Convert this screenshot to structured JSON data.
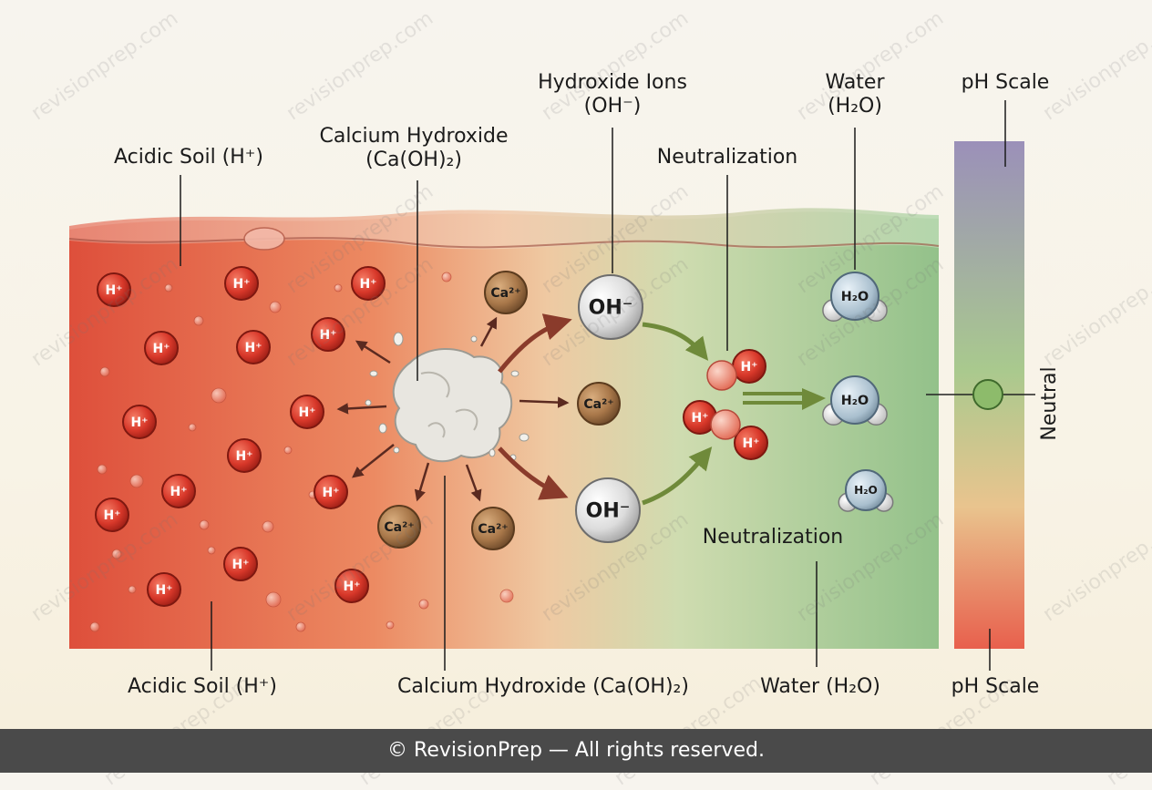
{
  "labels": {
    "acidic_soil_top": "Acidic Soil (H⁺)",
    "calcium_hydroxide_top_line1": "Calcium Hydroxide",
    "calcium_hydroxide_top_line2": "(Ca(OH)₂)",
    "hydroxide_ions_line1": "Hydroxide Ions",
    "hydroxide_ions_line2": "(OH⁻)",
    "neutralization_top": "Neutralization",
    "water_top_line1": "Water",
    "water_top_line2": "(H₂O)",
    "ph_scale_top": "pH Scale",
    "neutral": "Neutral",
    "neutralization_bottom": "Neutralization",
    "acidic_soil_bottom": "Acidic Soil (H⁺)",
    "calcium_hydroxide_bottom": "Calcium Hydroxide (Ca(OH)₂)",
    "water_bottom": "Water (H₂O)",
    "ph_scale_bottom": "pH Scale"
  },
  "particles": {
    "hydrogen": "H⁺",
    "calcium": "Ca²⁺",
    "hydroxide": "OH⁻",
    "water": "H₂O"
  },
  "watermark": "revisionprep.com",
  "footer": "© RevisionPrep — All rights reserved.",
  "colors": {
    "acid": "#e2573f",
    "neutral": "#8dbb7a",
    "alkaline": "#9a8fb8",
    "hydrogen_ion": "#d8382a",
    "calcium_ion": "#a9784a",
    "hydroxide_ion": "#e6e6e6",
    "arrow_acid": "#8a3b2b",
    "arrow_neutral": "#7a8f3c"
  }
}
